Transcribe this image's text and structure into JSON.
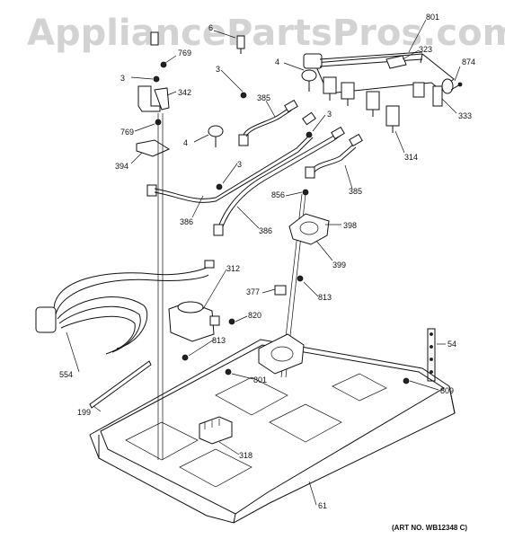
{
  "watermark": "AppliancePartsPros.com",
  "art_number": "(ART NO. WB12348 C)",
  "callouts": {
    "c801_top": "801",
    "c323": "323",
    "c874": "874",
    "c333": "333",
    "c314": "314",
    "c4_top": "4",
    "c6": "6",
    "c3_left": "3",
    "c769_top": "769",
    "c342": "342",
    "c769_mid": "769",
    "c394": "394",
    "c3_center": "3",
    "c385_left": "385",
    "c3_right": "3",
    "c4_mid": "4",
    "c3_lower": "3",
    "c386_a": "386",
    "c386_b": "386",
    "c856": "856",
    "c385_right": "385",
    "c398": "398",
    "c399": "399",
    "c312": "312",
    "c377": "377",
    "c813_right": "813",
    "c820": "820",
    "c813_left": "813",
    "c554": "554",
    "c54": "54",
    "c801_low": "801",
    "c809": "809",
    "c199": "199",
    "c318": "318",
    "c61": "61"
  }
}
